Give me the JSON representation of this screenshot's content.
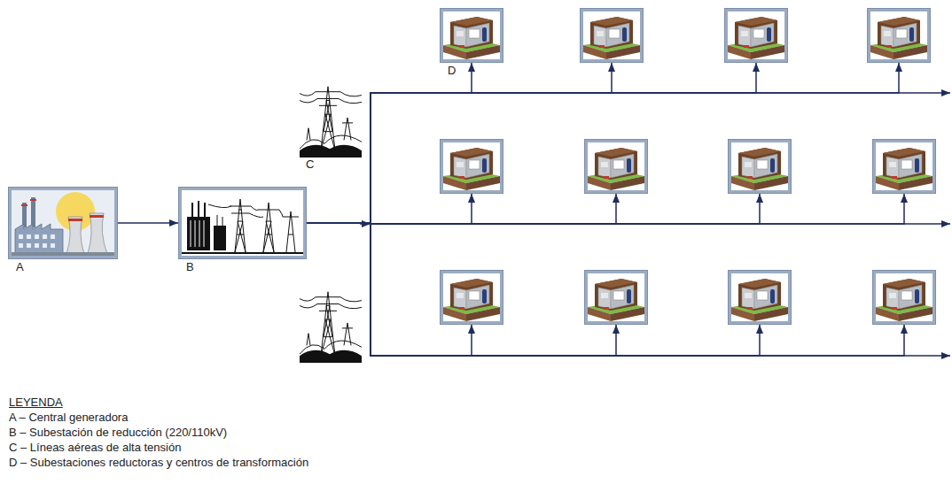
{
  "diagram": {
    "nodes": [
      {
        "text": [
          "A"
        ]
      },
      {
        "text": [
          "B"
        ]
      },
      {
        "text": [
          "D"
        ]
      },
      {
        "text": []
      },
      {
        "text": []
      },
      {
        "text": []
      },
      {
        "text": []
      },
      {
        "text": []
      },
      {
        "text": []
      },
      {
        "text": []
      },
      {
        "text": []
      },
      {
        "text": []
      },
      {
        "text": []
      },
      {
        "text": []
      }
    ],
    "edges": [
      {
        "from": 0,
        "to": 1,
        "arrow": "to"
      },
      {
        "from": 1,
        "to": 2,
        "arrow": "to"
      },
      {
        "from": 1,
        "to": 3,
        "arrow": "to"
      },
      {
        "from": 1,
        "to": 4,
        "arrow": "to"
      },
      {
        "from": 1,
        "to": 5,
        "arrow": "to"
      },
      {
        "from": 1,
        "to": 6,
        "arrow": "to"
      },
      {
        "from": 1,
        "to": 7,
        "arrow": "to"
      },
      {
        "from": 1,
        "to": 8,
        "arrow": "to"
      },
      {
        "from": 1,
        "to": 9,
        "arrow": "to"
      },
      {
        "from": 1,
        "to": 10,
        "arrow": "to"
      },
      {
        "from": 1,
        "to": 11,
        "arrow": "to"
      },
      {
        "from": 1,
        "to": 12,
        "arrow": "to"
      },
      {
        "from": 1,
        "to": 13,
        "arrow": "to"
      }
    ],
    "labels": [
      "C",
      "LEYENDA"
    ],
    "legend": [
      {
        "text": "A – Central generadora"
      },
      {
        "text": "B – Subestación de reducción (220/110kV)"
      },
      {
        "text": "C – Líneas aéreas de alta tensión"
      },
      {
        "text": "D – Subestaciones reductoras y centros de transformación"
      }
    ]
  }
}
